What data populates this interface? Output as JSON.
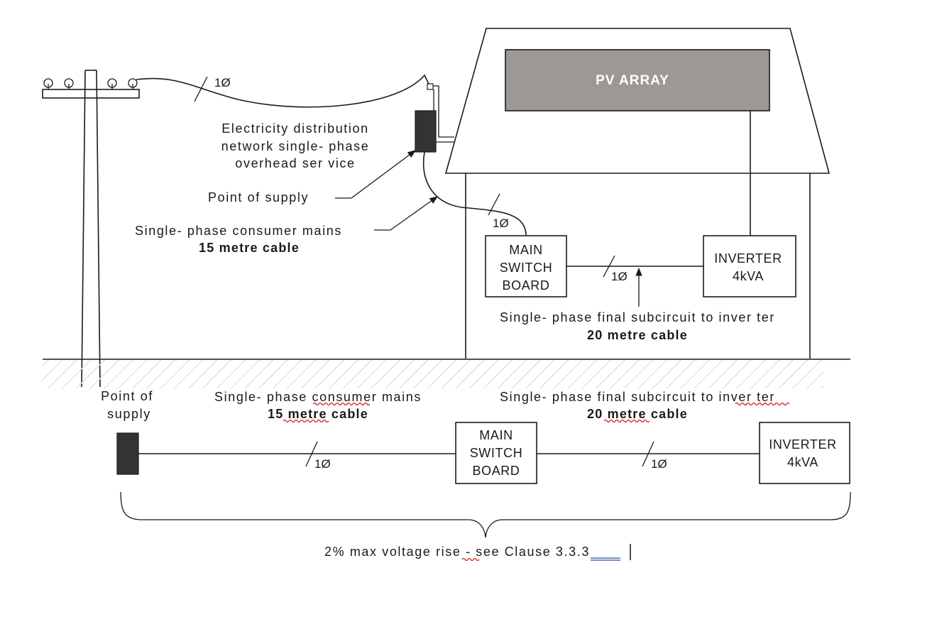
{
  "top_diagram": {
    "pv_array_label": "PV ARRAY",
    "overhead_phase": "1Ø",
    "consumer_phase": "1Ø",
    "final_phase": "1Ø",
    "overhead_service": [
      "Electricity distribution",
      "network single- phase",
      "overhead ser vice"
    ],
    "point_of_supply": "Point of supply",
    "consumer_mains": "Single- phase consumer mains",
    "consumer_mains_length": "15 metre cable",
    "main_switch_board": [
      "MAIN",
      "SWITCH",
      "BOARD"
    ],
    "inverter": [
      "INVERTER",
      "4kVA"
    ],
    "final_subcircuit": "Single- phase final subcircuit to inver ter",
    "final_subcircuit_length": "20 metre cable"
  },
  "bottom_diagram": {
    "point_of_supply": [
      "Point of",
      "supply"
    ],
    "consumer_mains": "Single- phase consumer mains",
    "consumer_mains_length": "15 metre cable",
    "consumer_phase": "1Ø",
    "main_switch_board": [
      "MAIN",
      "SWITCH",
      "BOARD"
    ],
    "final_subcircuit": "Single- phase final subcircuit to inver ter",
    "final_subcircuit_length": "20 metre cable",
    "final_phase": "1Ø",
    "inverter": [
      "INVERTER",
      "4kVA"
    ],
    "voltage_rise_note": "2% max voltage rise - see Clause 3.3.3"
  },
  "colors": {
    "pv_array_fill": "#9c9994",
    "meter_fill": "#333333",
    "line": "#1a1a1a",
    "spellcheck_underline": "#d01010"
  }
}
